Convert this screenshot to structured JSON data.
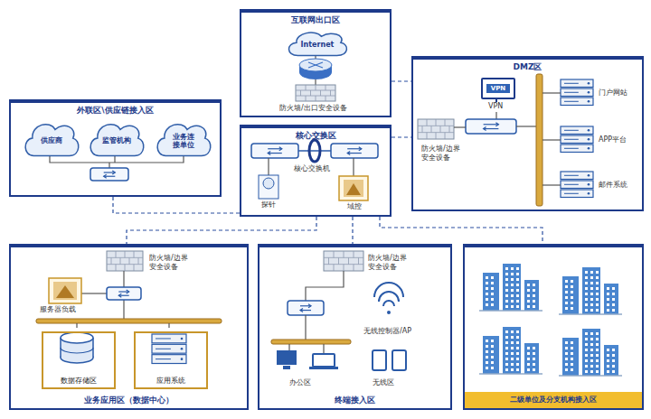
{
  "diagram": {
    "nodes": [
      {
        "text": [
          "互联网出口区"
        ]
      },
      {
        "text": [
          "Internet"
        ],
        "in": 0
      },
      {
        "text": [
          "DMZ区"
        ]
      },
      {
        "text": [
          "VPN"
        ],
        "in": 2
      },
      {
        "text": [
          "外联区\\供应链接入区"
        ]
      },
      {
        "text": [
          "供应商"
        ],
        "in": 4
      },
      {
        "text": [
          "监管机构"
        ],
        "in": 4
      },
      {
        "text": [
          "业务连接单位"
        ],
        "in": 4
      },
      {
        "text": [
          "核心交换区"
        ]
      },
      {
        "text": [
          "业务应用区（数据中心）"
        ]
      },
      {
        "text": [
          "数据存储区"
        ],
        "in": 9
      },
      {
        "text": [
          "应用系统"
        ],
        "in": 9
      },
      {
        "text": [
          "终端接入区"
        ]
      },
      {
        "text": [
          "二级单位及分支机构接入区"
        ]
      }
    ],
    "edges": [
      {
        "from": 0,
        "to": 2,
        "arrow": "none"
      },
      {
        "from": 8,
        "to": 2,
        "arrow": "none"
      },
      {
        "from": 4,
        "to": 8,
        "arrow": "none"
      },
      {
        "from": 8,
        "to": 9,
        "arrow": "none"
      },
      {
        "from": 8,
        "to": 12,
        "arrow": "none"
      },
      {
        "from": 8,
        "to": 13,
        "arrow": "none"
      }
    ],
    "labels": [
      "防火墙/出口安全设备",
      "VPN",
      "防火墙/边界安全设备",
      "门户网站",
      "APP平台",
      "邮件系统",
      "核心交换机",
      "探针",
      "域控",
      "防火墙/边界安全设备",
      "服务器负载",
      "防火墙/边界安全设备",
      "无线控制器/AP",
      "办公区",
      "无线区"
    ]
  }
}
